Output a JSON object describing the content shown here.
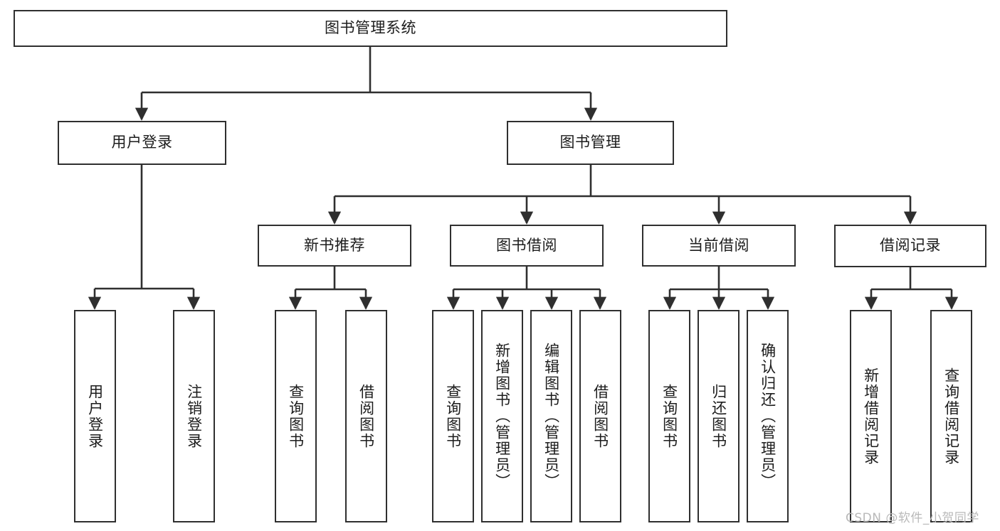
{
  "diagram": {
    "type": "tree-hierarchy",
    "title": "图书管理系统",
    "root": {
      "label": "图书管理系统"
    },
    "level2": [
      {
        "id": "user-login",
        "label": "用户登录"
      },
      {
        "id": "book-management",
        "label": "图书管理"
      }
    ],
    "level3": [
      {
        "id": "new-book-recommend",
        "label": "新书推荐",
        "parent": "book-management"
      },
      {
        "id": "book-borrow",
        "label": "图书借阅",
        "parent": "book-management"
      },
      {
        "id": "current-borrow",
        "label": "当前借阅",
        "parent": "book-management"
      },
      {
        "id": "borrow-record",
        "label": "借阅记录",
        "parent": "book-management"
      }
    ],
    "leaves": [
      {
        "id": "leaf-user-login",
        "label": "用户登录",
        "parent": "user-login"
      },
      {
        "id": "leaf-logout-login",
        "label": "注销登录",
        "parent": "user-login"
      },
      {
        "id": "leaf-query-book-1",
        "label": "查询图书",
        "parent": "new-book-recommend"
      },
      {
        "id": "leaf-borrow-book-1",
        "label": "借阅图书",
        "parent": "new-book-recommend"
      },
      {
        "id": "leaf-query-book-2",
        "label": "查询图书",
        "parent": "book-borrow"
      },
      {
        "id": "leaf-add-book",
        "label": "新增图书（管理员）",
        "parent": "book-borrow"
      },
      {
        "id": "leaf-edit-book",
        "label": "编辑图书（管理员）",
        "parent": "book-borrow"
      },
      {
        "id": "leaf-borrow-book-2",
        "label": "借阅图书",
        "parent": "book-borrow"
      },
      {
        "id": "leaf-query-book-3",
        "label": "查询图书",
        "parent": "current-borrow"
      },
      {
        "id": "leaf-return-book",
        "label": "归还图书",
        "parent": "current-borrow"
      },
      {
        "id": "leaf-confirm-return",
        "label": "确认归还（管理员）",
        "parent": "current-borrow"
      },
      {
        "id": "leaf-add-borrow-record",
        "label": "新增借阅记录",
        "parent": "borrow-record"
      },
      {
        "id": "leaf-query-borrow-record",
        "label": "查询借阅记录",
        "parent": "borrow-record"
      }
    ],
    "colors": {
      "stroke": "#2f2f2f",
      "fill": "#ffffff",
      "text": "#1c1c1c",
      "watermark": "#b9b9b9"
    }
  },
  "watermark": {
    "text": "CSDN @软件_小贺同学"
  }
}
